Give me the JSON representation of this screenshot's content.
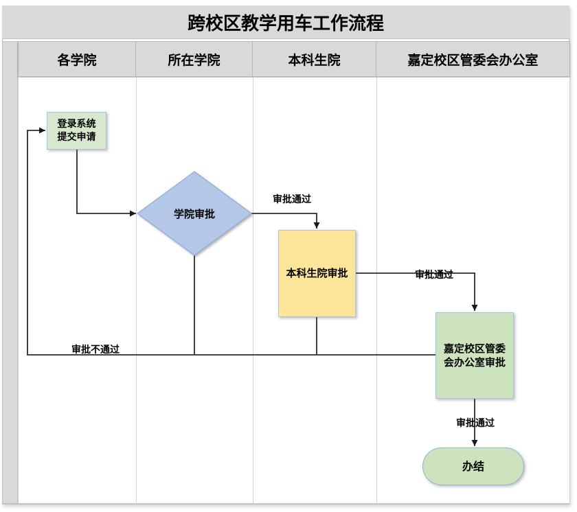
{
  "title": "跨校区教学用车工作流程",
  "lanes": [
    {
      "label": "各学院"
    },
    {
      "label": "所在学院"
    },
    {
      "label": "本科生院"
    },
    {
      "label": "嘉定校区管委会办公室"
    }
  ],
  "nodes": {
    "start": {
      "label": "登录系统\n提交申请",
      "type": "process"
    },
    "college_approval": {
      "label": "学院审批",
      "type": "decision"
    },
    "undergraduate_approval": {
      "label": "本科生院审批",
      "type": "process"
    },
    "jiading_office_approval": {
      "label": "嘉定校区管委\n会办公室审批",
      "type": "process"
    },
    "finish": {
      "label": "办结",
      "type": "terminator"
    }
  },
  "edges": {
    "college_pass_label": "审批通过",
    "undergrad_pass_label": "审批通过",
    "jiading_pass_label": "审批通过",
    "reject_label": "审批不通过"
  },
  "colors": {
    "band_bg": "#d9d9d9",
    "process_green_fill": "#d8e7ce",
    "decision_blue_fill": "#b4c7e7",
    "decision_blue_border": "#8fabd8",
    "process_yellow_fill": "#fde599",
    "approval_green_fill": "#cce3bd",
    "shape_border_blue": "#9dc3e6",
    "connector": "#2b2b2b"
  }
}
